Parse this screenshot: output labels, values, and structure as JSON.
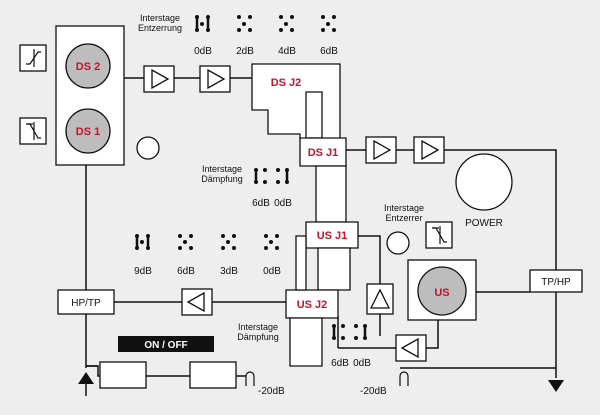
{
  "colors": {
    "background": "#eeeeef",
    "accent_red": "#c8102e",
    "knob_fill": "#bdbdbd",
    "switch_bar": "#111111"
  },
  "labels": {
    "ds2": "DS 2",
    "ds1": "DS 1",
    "ds_j2": "DS J2",
    "ds_j1": "DS J1",
    "us_j1": "US J1",
    "us_j2": "US J2",
    "us": "US",
    "hp_tp": "HP/TP",
    "tp_hp": "TP/HP",
    "power": "POWER",
    "on_off": "ON / OFF",
    "minus20_left": "-20dB",
    "minus20_right": "-20dB"
  },
  "interstage_top": {
    "line1": "Interstage",
    "line2": "Entzerrung",
    "settings": [
      "0dB",
      "2dB",
      "4dB",
      "6dB"
    ]
  },
  "interstage_mid": {
    "line1": "Interstage",
    "line2": "Dämpfung",
    "settings": [
      "6dB",
      "0dB"
    ]
  },
  "interstage_right": {
    "line1": "Interstage",
    "line2": "Entzerrer"
  },
  "us_settings": [
    "9dB",
    "6dB",
    "3dB",
    "0dB"
  ],
  "interstage_bottom": {
    "line1": "Interstage",
    "line2": "Dämpfung",
    "settings": [
      "6dB",
      "0dB"
    ]
  },
  "icons": {
    "slope_up": "slope-up-icon",
    "slope_down": "slope-down-icon",
    "amplifier": "amplifier-triangle-icon",
    "ground": "ground-arrow-icon"
  }
}
